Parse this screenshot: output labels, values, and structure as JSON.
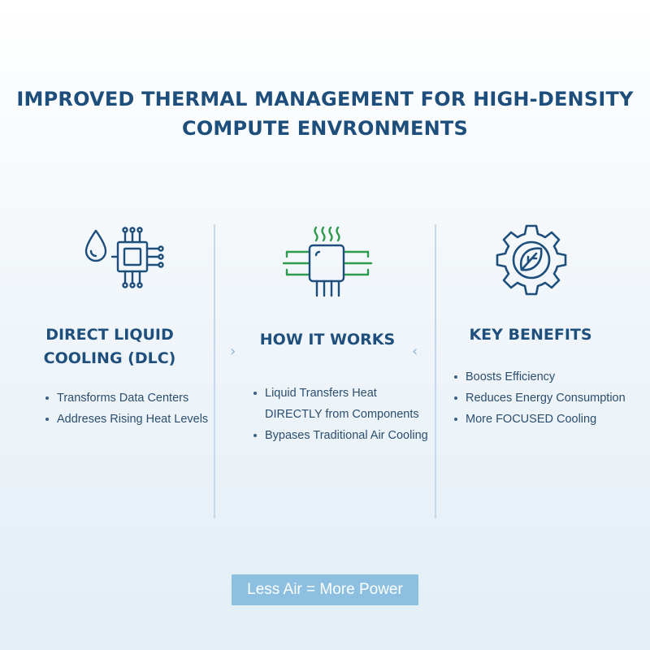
{
  "title": {
    "line1": "IMPROVED THERMAL MANAGEMENT FOR HIGH-DENSITY",
    "line2": "COMPUTE ENVRONMENTS"
  },
  "columns": [
    {
      "icon": "liquid-drop-chip-icon",
      "heading": [
        "DIRECT LIQUID",
        "COOLING (DLC)"
      ],
      "bullets": [
        "Transforms Data Centers",
        "Addreses Rising Heat Levels"
      ]
    },
    {
      "icon": "heat-chip-icon",
      "heading": [
        "HOW IT WORKS"
      ],
      "bullets": [
        "Liquid Transfers Heat",
        "DIRECTLY from Components",
        "Bypases Traditional Air Cooling"
      ]
    },
    {
      "icon": "gear-leaf-icon",
      "heading": [
        "KEY BENEFITS"
      ],
      "bullets": [
        "Boosts Efficiency",
        "Reduces Energy Consumption",
        "More FOCUSED Cooling"
      ]
    }
  ],
  "arrows": {
    "right": "›",
    "left": "‹"
  },
  "cta": {
    "label": "Less Air = More Power"
  },
  "colors": {
    "primary": "#1d4e7c",
    "accent_green": "#2e9a4c",
    "cta_bg": "#8dc0e0",
    "divider": "#c5d9ea"
  }
}
